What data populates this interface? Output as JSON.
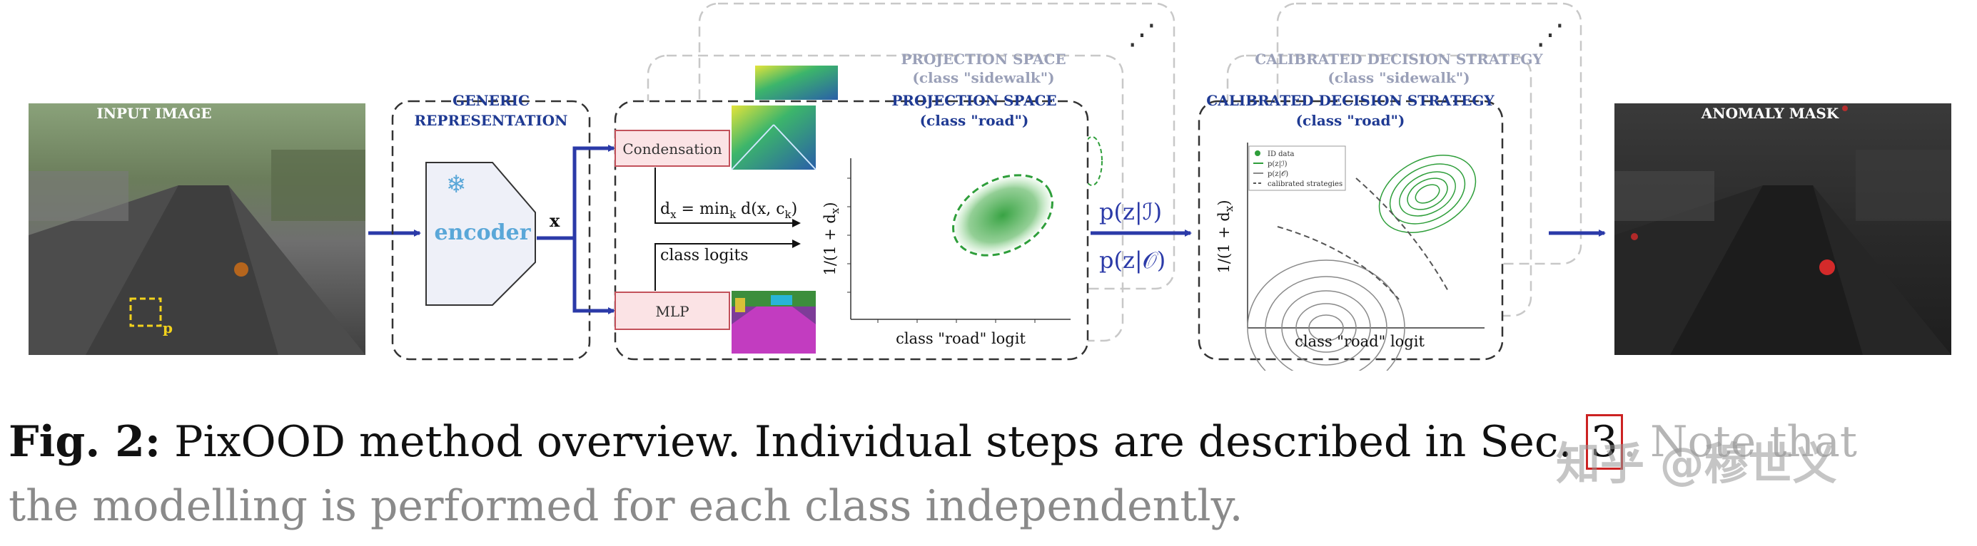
{
  "colors": {
    "arrow": "#2b3aa8",
    "title_blue": "#1f3a93",
    "ghost_title": "#9aa0b8",
    "box_fill": "#fbe3e5",
    "box_border": "#c2525b",
    "encoder_text": "#5aa7d8",
    "scatter_green": "#2e9e3a",
    "mask_red": "#d42a2a"
  },
  "input": {
    "title": "INPUT IMAGE",
    "pixel_label": "p"
  },
  "generic": {
    "title_line1": "GENERIC",
    "title_line2": "REPRESENTATION",
    "encoder_label": "encoder",
    "snowflake": "❄",
    "feature_symbol": "x"
  },
  "projection": {
    "ghost_title_line1": "PROJECTION SPACE",
    "ghost_title_line2": "(class \"sidewalk\")",
    "title_line1": "PROJECTION SPACE",
    "title_line2": "(class \"road\")",
    "condensation_label": "Condensation",
    "mlp_label": "MLP",
    "distance_formula": "d",
    "distance_sub": "x",
    "distance_rhs": " = min",
    "distance_min_sub": "k",
    "distance_args": " d(x, c",
    "distance_args_sub": "k",
    "distance_close": ")",
    "logits_label": "class logits",
    "xlabel": "class \"road\" logit",
    "ylabel": "1/(1 + d",
    "ylabel_sub": "x",
    "ylabel_close": ")",
    "ellipsis": "⋰"
  },
  "mapping": {
    "label_top": "p(z|ℐ)",
    "label_bottom": "p(z|𝒪)"
  },
  "decision": {
    "ghost_title_line1": "CALIBRATED DECISION STRATEGY",
    "ghost_title_line2": "(class \"sidewalk\")",
    "title_line1": "CALIBRATED DECISION STRATEGY",
    "title_line2": "(class \"road\")",
    "legend": [
      "ID data",
      "p(z|ℐ)",
      "p(z|𝒪)",
      "calibrated strategies"
    ],
    "xlabel": "class \"road\" logit",
    "ylabel": "1/(1 + d",
    "ylabel_sub": "x",
    "ylabel_close": ")",
    "ellipsis": "⋰"
  },
  "output": {
    "title": "ANOMALY MASK"
  },
  "caption": {
    "fig_label": "Fig. 2:",
    "text_line1": " PixOOD method overview. Individual steps are described in Sec. ",
    "ref": "3",
    "text_line1_end": ". Note that",
    "text_line2": "the modelling is performed for each class independently."
  },
  "watermark": "知乎 @穆世义"
}
